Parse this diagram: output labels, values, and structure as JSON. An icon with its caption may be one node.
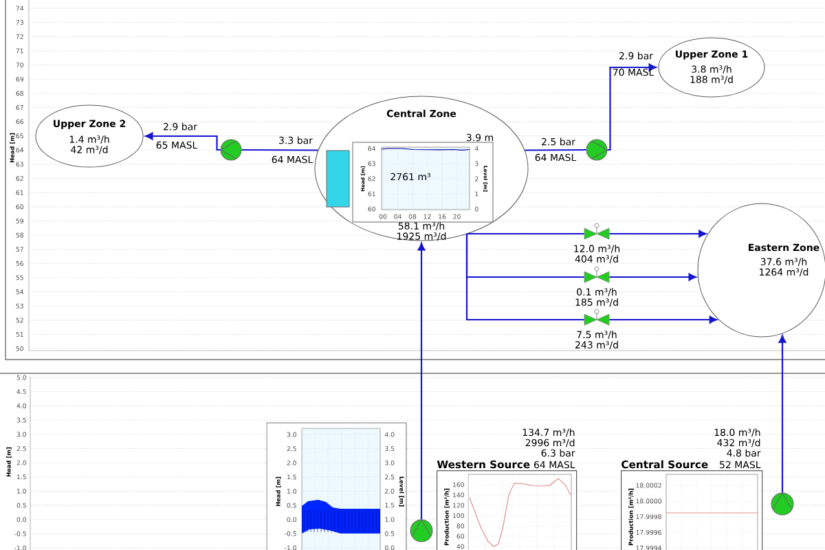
{
  "diagram": {
    "nodes": [
      {
        "text": [
          "Upper Zone 2",
          "1.4 m³/h",
          "42 m³/d"
        ]
      },
      {
        "text": [],
        "shape": "pump"
      },
      {
        "text": [
          "Central Zone",
          "58.1 m³/h",
          "1925 m³/d"
        ]
      },
      {
        "text": [],
        "shape": "pump"
      },
      {
        "text": [
          "Upper Zone 1",
          "3.8 m³/h",
          "188 m³/d"
        ]
      },
      {
        "text": [],
        "shape": "valve",
        "beside": [
          "12.0 m³/h",
          "404 m³/d"
        ]
      },
      {
        "text": [],
        "shape": "valve",
        "beside": [
          "0.1 m³/h",
          "185 m³/d"
        ]
      },
      {
        "text": [],
        "shape": "valve",
        "beside": [
          "7.5 m³/h",
          "243 m³/d"
        ]
      },
      {
        "text": [
          "Eastern Zone",
          "37.6 m³/h",
          "1264 m³/d"
        ]
      },
      {
        "text": [],
        "shape": "pump"
      },
      {
        "text": [
          "Western Source"
        ],
        "beside": [
          "134.7 m³/h",
          "2996 m³/d",
          "6.3 bar",
          "64 MASL"
        ]
      },
      {
        "text": [
          "Central Source"
        ],
        "beside": [
          "18.0 m³/h",
          "432 m³/d",
          "4.8 bar",
          "52 MASL"
        ]
      },
      {
        "text": [],
        "shape": "pump"
      }
    ],
    "edges": [
      {
        "from": 1,
        "to": 0,
        "arrow": "to"
      },
      {
        "from": 2,
        "to": 1,
        "arrow": "none"
      },
      {
        "from": 2,
        "to": 3,
        "arrow": "none"
      },
      {
        "from": 3,
        "to": 4,
        "arrow": "to"
      },
      {
        "from": 2,
        "to": 5,
        "arrow": "none"
      },
      {
        "from": 5,
        "to": 8,
        "arrow": "to"
      },
      {
        "from": 2,
        "to": 6,
        "arrow": "none"
      },
      {
        "from": 6,
        "to": 8,
        "arrow": "to"
      },
      {
        "from": 2,
        "to": 7,
        "arrow": "none"
      },
      {
        "from": 7,
        "to": 8,
        "arrow": "to"
      },
      {
        "from": 9,
        "to": 2,
        "arrow": "to"
      },
      {
        "from": 12,
        "to": 8,
        "arrow": "to"
      }
    ],
    "labels": [
      "Head [m]",
      "74",
      "73",
      "72",
      "71",
      "70",
      "69",
      "68",
      "67",
      "66",
      "65",
      "64",
      "63",
      "62",
      "61",
      "60",
      "59",
      "58",
      "57",
      "56",
      "55",
      "54",
      "53",
      "52",
      "51",
      "50",
      "2.9 bar",
      "65 MASL",
      "3.3 bar",
      "64 MASL",
      "3.9 m",
      "2.5 bar",
      "64 MASL",
      "2.9 bar",
      "70 MASL",
      "64",
      "63",
      "62",
      "61",
      "60",
      "Head [m]",
      "4",
      "3",
      "2",
      "1",
      "0",
      "Level [m]",
      "00",
      "04",
      "08",
      "12",
      "16",
      "20",
      "2761 m³",
      "Head [m]",
      "5.0",
      "4.5",
      "4.0",
      "3.5",
      "3.0",
      "2.5",
      "2.0",
      "1.5",
      "1.0",
      "0.5",
      "0.0",
      "-0.5",
      "-1.0",
      "3.0",
      "2.5",
      "2.0",
      "1.5",
      "1.0",
      "0.5",
      "0.0",
      "-0.5",
      "-1.0",
      "Head [m]",
      "4.0",
      "3.5",
      "3.0",
      "2.5",
      "2.0",
      "1.5",
      "1.0",
      "0.5",
      "0.0",
      "Level [m]",
      "Production [m³/h]",
      "160",
      "140",
      "120",
      "100",
      "80",
      "60",
      "40",
      "Production [m³/h]",
      "18.0002",
      "18.0000",
      "17.9998",
      "17.9996",
      "17.9994"
    ]
  }
}
